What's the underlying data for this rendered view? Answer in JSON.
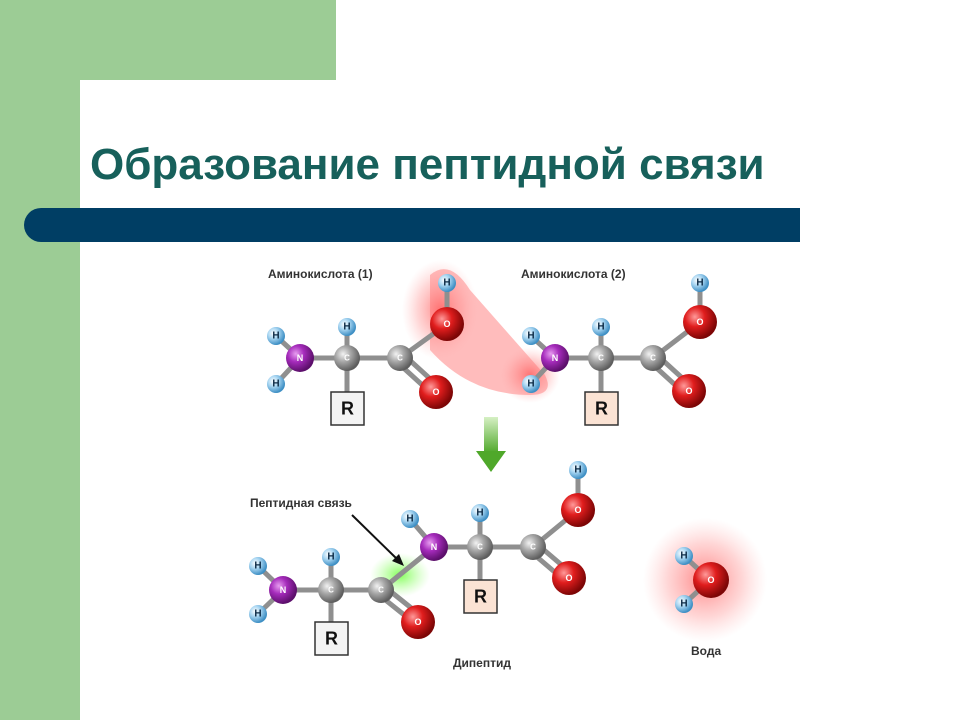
{
  "slide": {
    "title": "Образование пептидной связи"
  },
  "colors": {
    "accent_green": "#9ccc95",
    "title_color": "#17605b",
    "bar_color": "#003e64",
    "hydrogen": "#6ab0de",
    "nitrogen": "#8a1a9b",
    "carbon": "#9a9a9a",
    "oxygen": "#d81818",
    "glow_red": "#ff6b6b",
    "glow_green": "#7cff5a",
    "arrow": "#6abf3a"
  },
  "diagram": {
    "amino_acid_1_label": "Аминокислота (1)",
    "amino_acid_2_label": "Аминокислота (2)",
    "peptide_bond_label": "Пептидная связь",
    "dipeptide_label": "Дипептид",
    "water_label": "Вода",
    "symbols": {
      "H": "H",
      "N": "N",
      "C": "C",
      "O": "O",
      "R": "R"
    }
  }
}
